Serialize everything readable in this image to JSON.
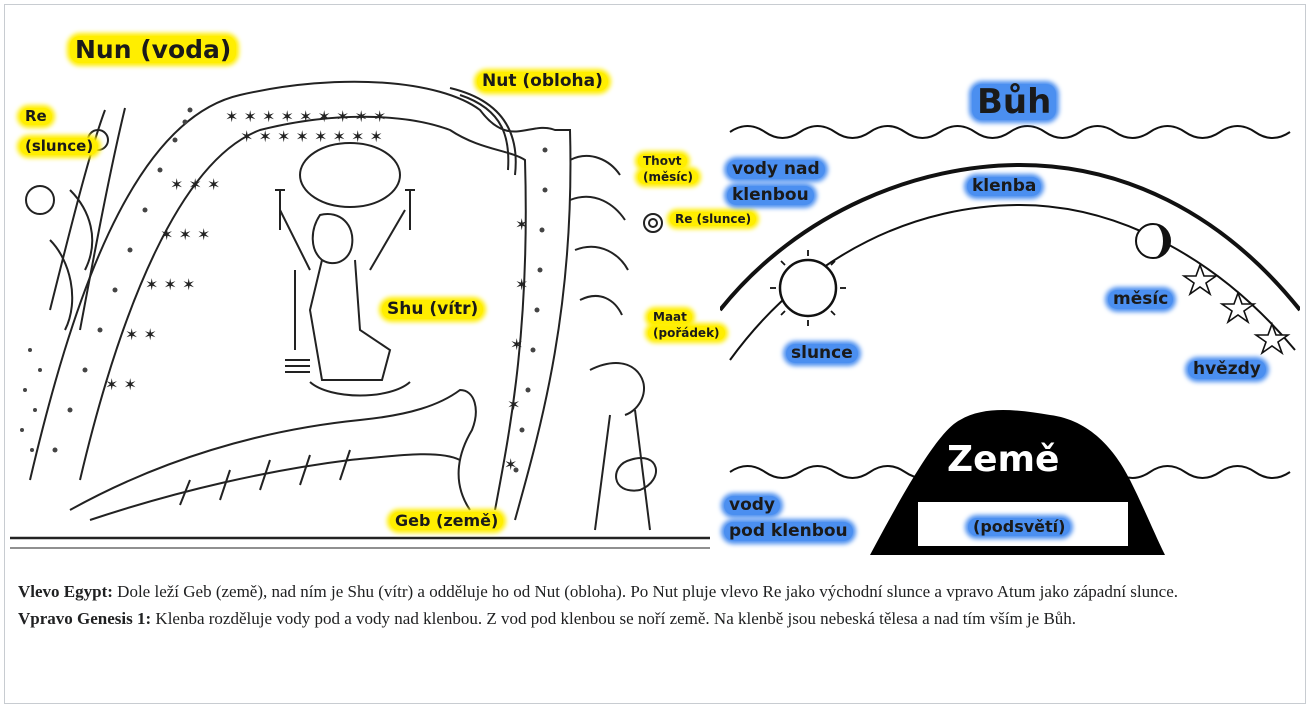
{
  "egypt": {
    "nun": "Nun (voda)",
    "nut": "Nut (obloha)",
    "re_left_1": "Re",
    "re_left_2": "(slunce)",
    "thovt_1": "Thovt",
    "thovt_2": "(měsíc)",
    "re_right": "Re (slunce)",
    "shu": "Shu (vítr)",
    "maat_1": "Maat",
    "maat_2": "(pořádek)",
    "geb": "Geb (země)"
  },
  "genesis": {
    "buh": "Bůh",
    "vody_nad_1": "vody nad",
    "vody_nad_2": "klenbou",
    "klenba": "klenba",
    "slunce": "slunce",
    "mesic": "měsíc",
    "hvezdy": "hvězdy",
    "zeme": "Země",
    "podsveti": "(podsvětí)",
    "vody_pod_1": "vody",
    "vody_pod_2": "pod klenbou"
  },
  "caption": {
    "p1_bold": "Vlevo Egypt:",
    "p1_text": " Dole leží Geb (země), nad ním je Shu (vítr) a odděluje ho od Nut (obloha). Po Nut pluje vlevo Re jako východní slunce a vpravo Atum jako západní slunce.",
    "p2_bold": "Vpravo Genesis 1:",
    "p2_text": " Klenba rozděluje vody pod a vody nad klenbou. Z vod pod klenbou se noří země. Na klenbě jsou nebeská tělesa a nad tím vším je Bůh."
  },
  "colors": {
    "highlight_yellow": "#ffee00",
    "highlight_blue": "#4b8ff0"
  }
}
